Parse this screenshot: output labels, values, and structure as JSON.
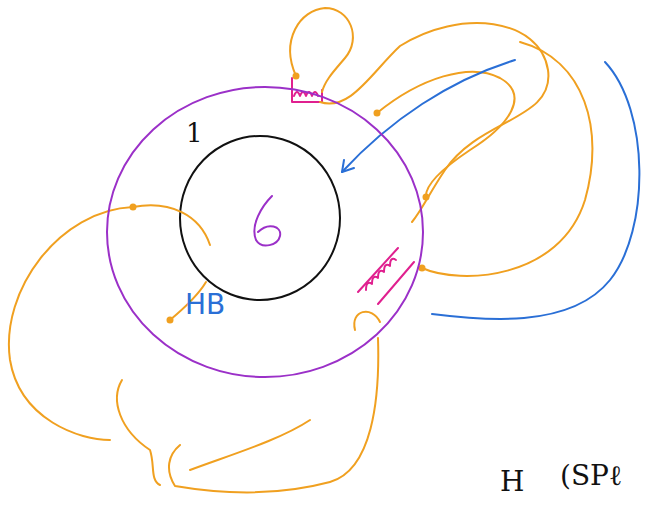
{
  "diagram": {
    "nodes": [
      {
        "text": [
          "HB"
        ]
      }
    ],
    "labels": [
      "1",
      "H",
      "(SPℓ"
    ]
  }
}
